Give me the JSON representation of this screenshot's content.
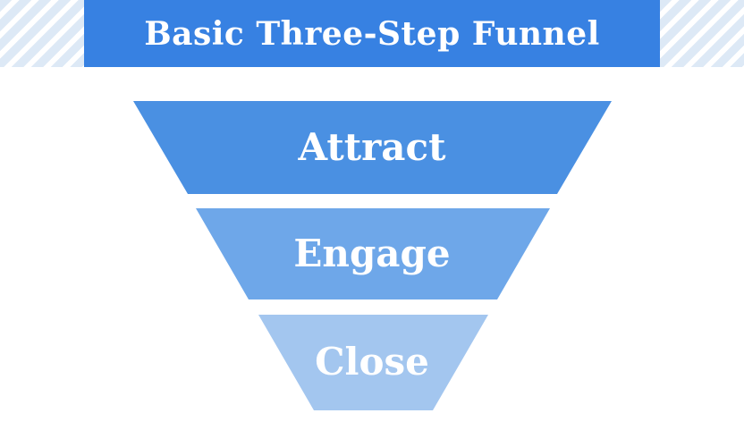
{
  "header": {
    "title": "Basic Three-Step Funnel",
    "background": "#3781e2",
    "text_color": "#ffffff"
  },
  "decoration": {
    "stripe_color": "#dde9f6",
    "stripe_background": "#ffffff"
  },
  "funnel": {
    "steps": [
      {
        "label": "Attract",
        "color": "#4a90e2",
        "text_color": "#ffffff"
      },
      {
        "label": "Engage",
        "color": "#6ea7e9",
        "text_color": "#ffffff"
      },
      {
        "label": "Close",
        "color": "#a3c6ef",
        "text_color": "#ffffff"
      }
    ]
  }
}
